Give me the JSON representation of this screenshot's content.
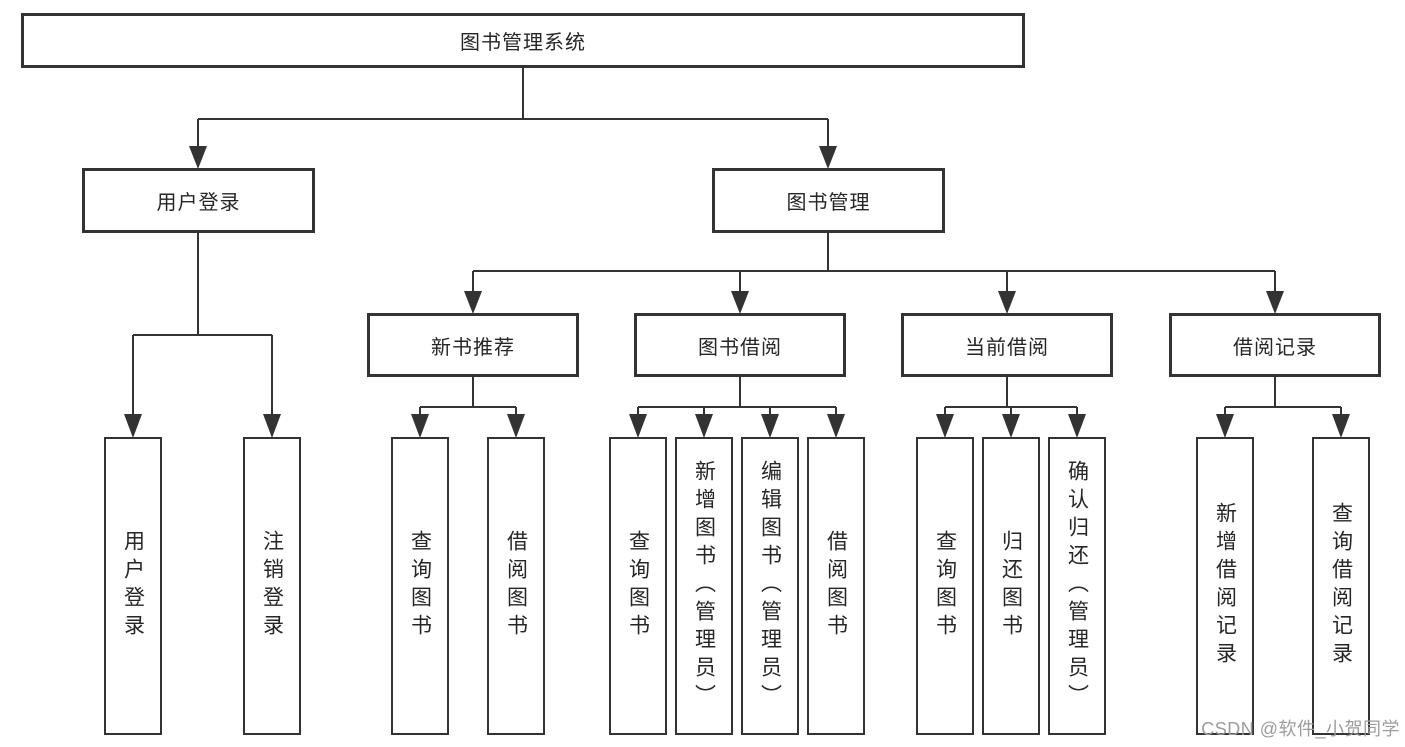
{
  "root": {
    "label": "图书管理系统"
  },
  "level2": {
    "user_login": {
      "label": "用户登录"
    },
    "book_management": {
      "label": "图书管理"
    }
  },
  "level3": {
    "new_book_recommend": {
      "label": "新书推荐"
    },
    "book_borrow": {
      "label": "图书借阅"
    },
    "current_borrow": {
      "label": "当前借阅"
    },
    "borrow_record": {
      "label": "借阅记录"
    }
  },
  "leaves": {
    "user_login": [
      "用户登录",
      "注销登录"
    ],
    "new_book_recommend": [
      "查询图书",
      "借阅图书"
    ],
    "book_borrow": [
      "查询图书",
      "新增图书（管理员）",
      "编辑图书（管理员）",
      "借阅图书"
    ],
    "current_borrow": [
      "查询图书",
      "归还图书",
      "确认归还（管理员）"
    ],
    "borrow_record": [
      "新增借阅记录",
      "查询借阅记录"
    ]
  },
  "watermark": {
    "text": "CSDN @软件_小贺同学"
  },
  "colors": {
    "line": "#333333",
    "node_border": "#333333",
    "text": "#262626",
    "watermark": "#9c9c9c",
    "background": "#ffffff"
  }
}
